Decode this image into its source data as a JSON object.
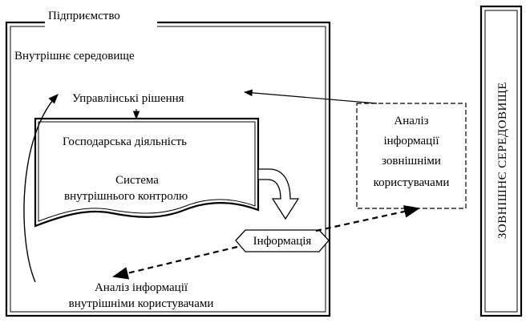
{
  "enterprise": {
    "title": "Підприємство"
  },
  "internal_environment": {
    "label": "Внутрішнє середовище"
  },
  "management_decisions": {
    "label": "Управлінські рішення"
  },
  "economic_activity": {
    "title": "Господарська діяльність",
    "control_system_line1": "Система",
    "control_system_line2": "внутрішнього контролю"
  },
  "information": {
    "label": "Інформація"
  },
  "external_analysis": {
    "line1": "Аналіз",
    "line2": "інформації",
    "line3": "зовнішніми",
    "line4": "користувачами"
  },
  "internal_analysis": {
    "line1": "Аналіз інформації",
    "line2": "внутрішніми користувачами"
  },
  "external_environment": {
    "label": "ЗОВНІШНЄ СЕРЕДОВИЩЕ"
  },
  "colors": {
    "stroke": "#000000",
    "background": "#ffffff"
  }
}
